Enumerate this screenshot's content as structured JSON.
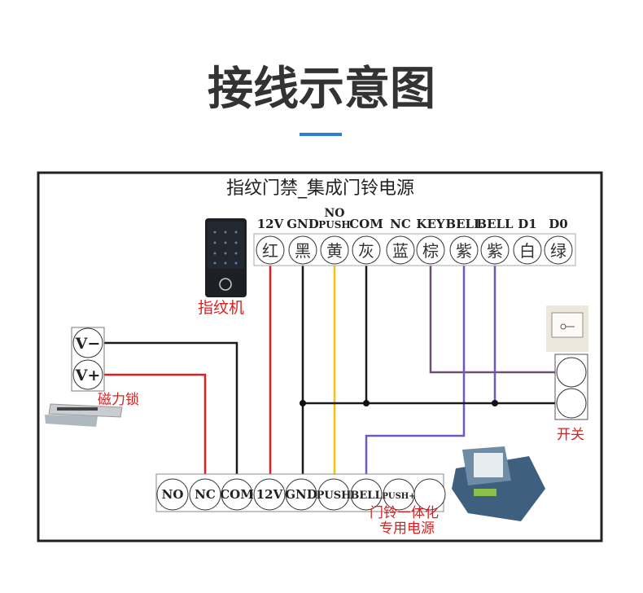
{
  "page_title": "接线示意图",
  "accent_color": "#2b7fd6",
  "diagram_title": "指纹门禁_集成门铃电源",
  "top_terminals": [
    {
      "label": "12V",
      "wire": "红",
      "color": "#e02020"
    },
    {
      "label": "GND",
      "wire": "黑",
      "color": "#1a1a1a"
    },
    {
      "label": "PUSH",
      "label_top": "NO",
      "wire": "黄",
      "color": "#f4c20d"
    },
    {
      "label": "COM",
      "wire": "灰",
      "color": "#1a1a1a"
    },
    {
      "label": "NC",
      "wire": "蓝",
      "color": ""
    },
    {
      "label": "KEY",
      "wire": "棕",
      "color": "#6b5270"
    },
    {
      "label": "BELL",
      "wire": "紫",
      "color": "#6a5bbf"
    },
    {
      "label": "BELL",
      "wire": "紫",
      "color": "#6a5bbf"
    },
    {
      "label": "D1",
      "wire": "白",
      "color": ""
    },
    {
      "label": "D0",
      "wire": "绿",
      "color": ""
    }
  ],
  "bottom_terminals": [
    "NO",
    "NC",
    "COM",
    "12V",
    "GND",
    "PUSH",
    "BELL",
    "PUSH+",
    ""
  ],
  "lock_terminals": [
    "V−",
    "V+"
  ],
  "labels": {
    "fingerprint": "指纹机",
    "magnetic_lock": "磁力锁",
    "switch": "开关",
    "power_line1": "门铃一体化",
    "power_line2": "专用电源"
  }
}
